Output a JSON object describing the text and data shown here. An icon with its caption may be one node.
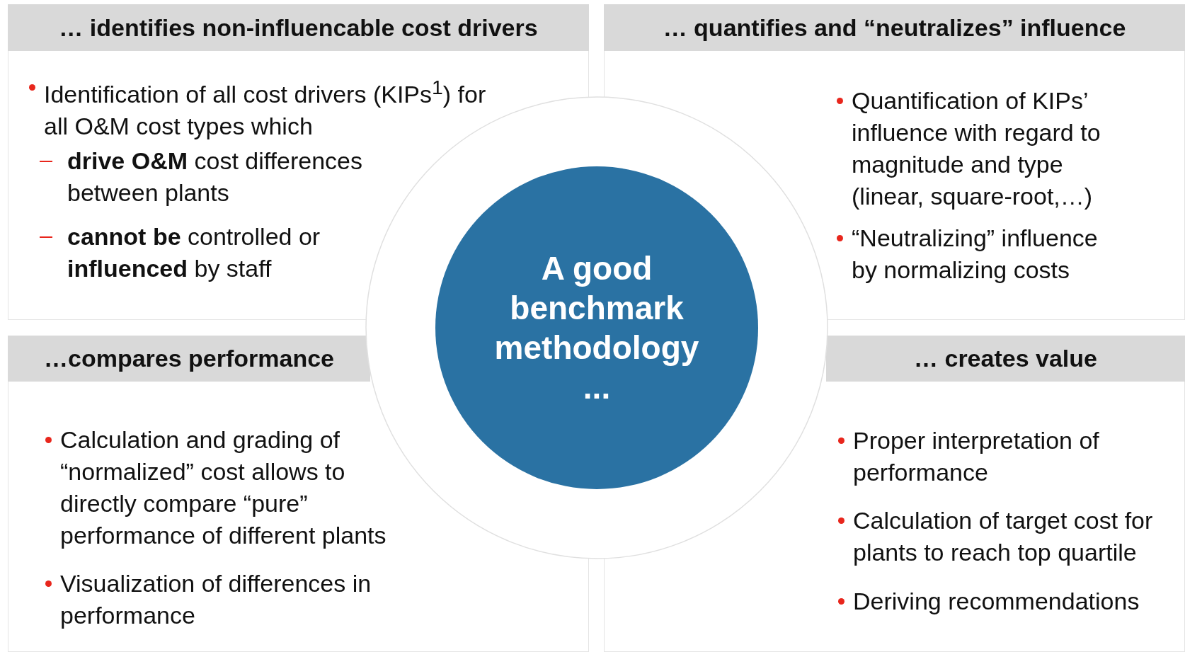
{
  "diagram": {
    "nodes": [
      {
        "text": [
          "… identifies non-influencable cost drivers",
          "Identification of all cost drivers (KIPs$^{1}$) for all O&M cost types which",
          "**drive O&M** cost differences between plants",
          "**cannot be** controlled or **influenced** by staff"
        ]
      },
      {
        "text": [
          "… quantifies and “neutralizes” influence",
          "Quantification of KIPs’ influence with regard to magnitude and type (linear, square-root,…)",
          "“Neutralizing” influence by normalizing costs"
        ]
      },
      {
        "text": [
          "…compares performance",
          "Calculation and grading of “normalized” cost allows to directly compare “pure” performance of different plants",
          "Visualization of differences in performance"
        ]
      },
      {
        "text": [
          "… creates value",
          "Proper interpretation of performance",
          "Calculation of target cost for plants to reach top quartile",
          "Deriving recommendations"
        ]
      },
      {
        "text": [
          "A good benchmark methodology ..."
        ]
      }
    ]
  }
}
